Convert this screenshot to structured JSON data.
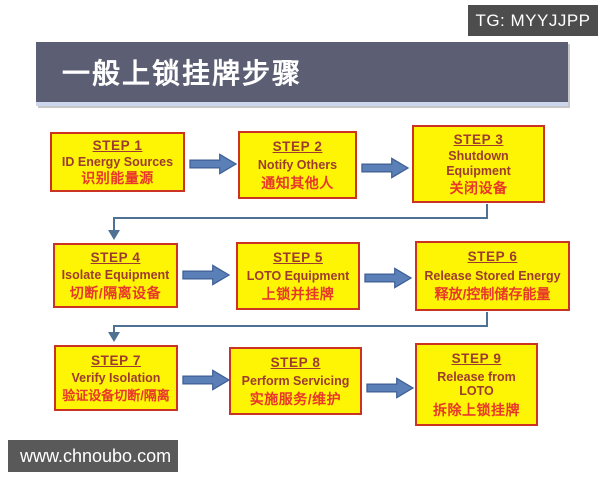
{
  "tag_label": "TG: MYYJJPP",
  "title": "一般上锁挂牌步骤",
  "website": "www.chnoubo.com",
  "colors": {
    "title_bg": "#5c5e74",
    "tag_bg": "#4d4d4d",
    "bar_bg": "#595959",
    "box_fill": "#fdf503",
    "box_border": "#cc3322",
    "en_color": "#9e3b31",
    "zh_color": "#e8372b",
    "arrow_fill": "#5b80b8",
    "arrow_stroke": "#3f5f96",
    "connector_color": "#4f7194"
  },
  "steps": [
    {
      "label": "STEP 1",
      "en": "ID Energy Sources",
      "zh": "识别能量源"
    },
    {
      "label": "STEP 2",
      "en": "Notify Others",
      "zh": "通知其他人"
    },
    {
      "label": "STEP 3",
      "en": "Shutdown Equipment",
      "zh": "关闭设备"
    },
    {
      "label": "STEP 4",
      "en": "Isolate Equipment",
      "zh": "切断/隔离设备"
    },
    {
      "label": "STEP 5",
      "en": "LOTO Equipment",
      "zh": "上锁并挂牌"
    },
    {
      "label": "STEP 6",
      "en": "Release Stored Energy",
      "zh": "释放/控制储存能量"
    },
    {
      "label": "STEP 7",
      "en": "Verify Isolation",
      "zh": "验证设备切断/隔离"
    },
    {
      "label": "STEP 8",
      "en": "Perform Servicing",
      "zh": "实施服务/维护"
    },
    {
      "label": "STEP 9",
      "en": "Release from LOTO",
      "zh": "拆除上锁挂牌"
    }
  ]
}
